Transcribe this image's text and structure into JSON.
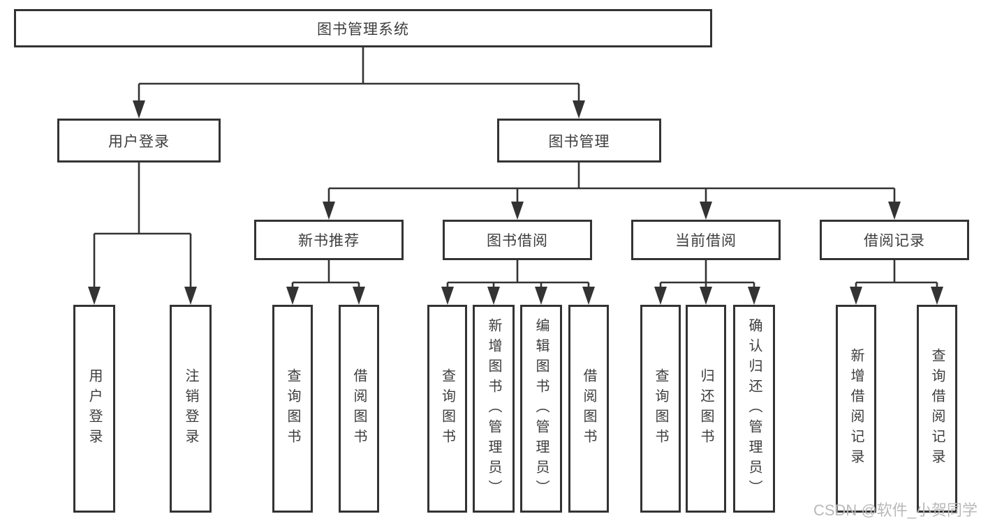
{
  "tree": {
    "label": "图书管理系统",
    "children": [
      {
        "label": "用户登录",
        "children": [
          {
            "label": "用户登录"
          },
          {
            "label": "注销登录"
          }
        ]
      },
      {
        "label": "图书管理",
        "children": [
          {
            "label": "新书推荐",
            "children": [
              {
                "label": "查询图书"
              },
              {
                "label": "借阅图书"
              }
            ]
          },
          {
            "label": "图书借阅",
            "children": [
              {
                "label": "查询图书"
              },
              {
                "label": "新增图书（管理员）"
              },
              {
                "label": "编辑图书（管理员）"
              },
              {
                "label": "借阅图书"
              }
            ]
          },
          {
            "label": "当前借阅",
            "children": [
              {
                "label": "查询图书"
              },
              {
                "label": "归还图书"
              },
              {
                "label": "确认归还（管理员）"
              }
            ]
          },
          {
            "label": "借阅记录",
            "children": [
              {
                "label": "新增借阅记录"
              },
              {
                "label": "查询借阅记录"
              }
            ]
          }
        ]
      }
    ]
  },
  "watermark": "CSDN @软件_小贺同学",
  "colors": {
    "line": "#333333",
    "text": "#3d3d3d",
    "watermark": "#b9b9b9",
    "background": "#ffffff"
  }
}
